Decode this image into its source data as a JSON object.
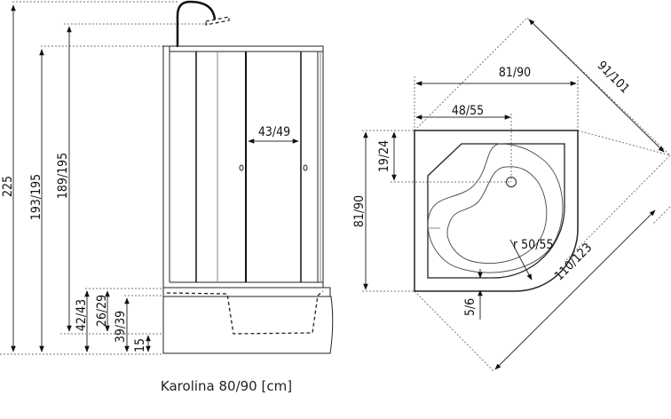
{
  "caption": "Karolina 80/90 [cm]",
  "front_view": {
    "dimensions": {
      "total_height": "225",
      "cabin_height": "193/195",
      "door_height": "189/195",
      "door_opening": "43/49",
      "tray_top": "42/43",
      "tray_inner": "26/29",
      "tray_height": "39/39",
      "feet": "15"
    }
  },
  "top_view": {
    "dimensions": {
      "width": "81/90",
      "drain_offset_x": "48/55",
      "drain_offset_y": "19/24",
      "depth": "81/90",
      "diagonal_back": "91/101",
      "diagonal_front": "110/123",
      "radius": "r 50/55",
      "rim": "5/6"
    }
  }
}
